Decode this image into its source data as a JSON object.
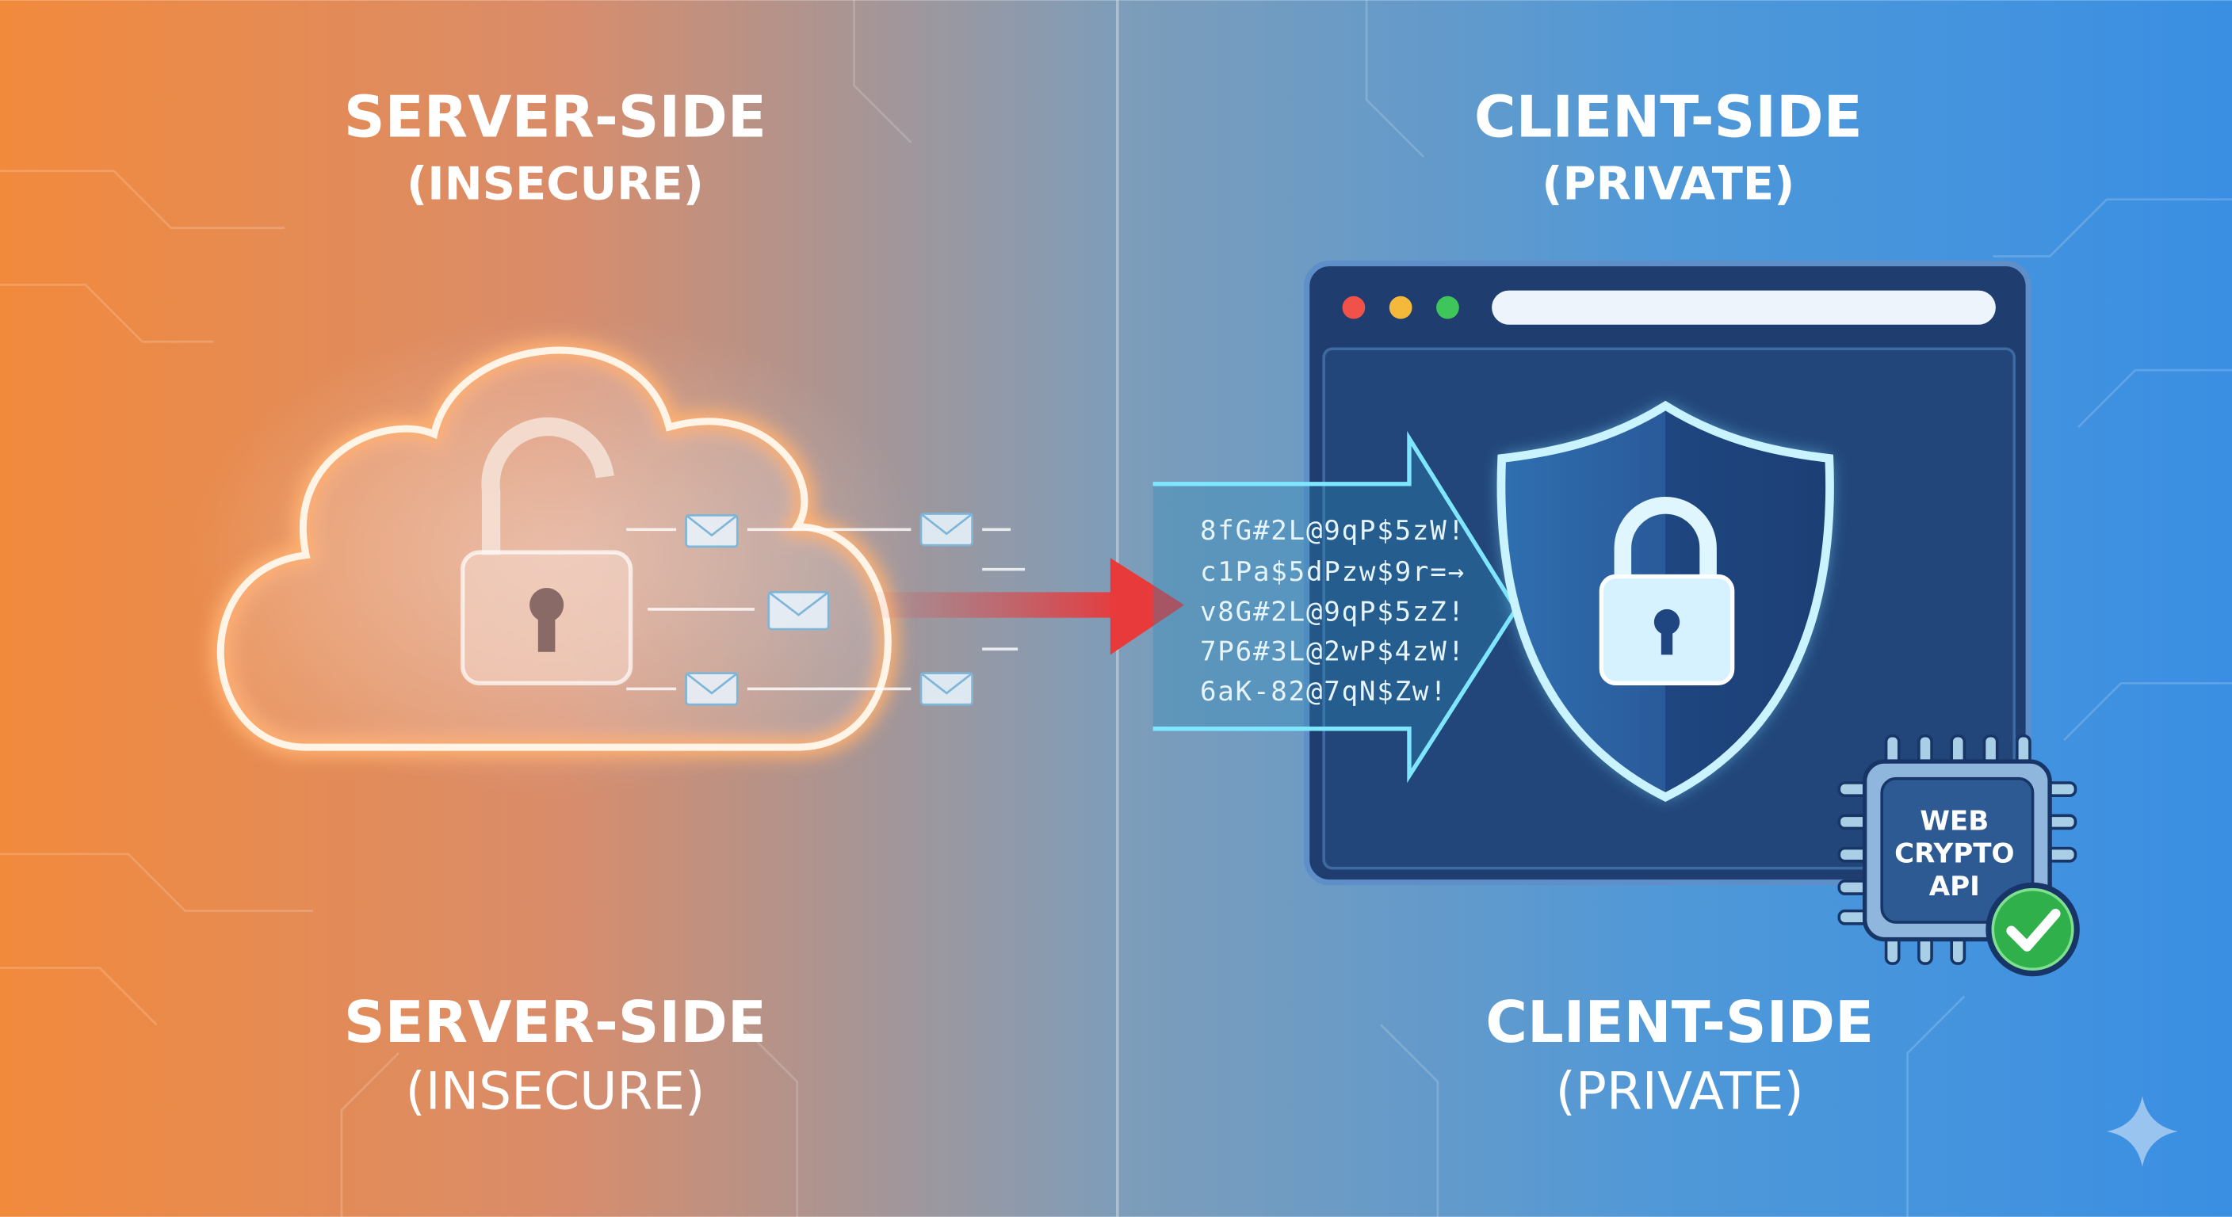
{
  "left_panel": {
    "top_title": "SERVER-SIDE",
    "top_subtitle": "(INSECURE)",
    "bottom_title": "SERVER-SIDE",
    "bottom_subtitle": "(INSECURE)"
  },
  "right_panel": {
    "top_title": "CLIENT-SIDE",
    "top_subtitle": "(PRIVATE)",
    "bottom_title": "CLIENT-SIDE",
    "bottom_subtitle": "(PRIVATE)"
  },
  "ciphertext": [
    "8fG#2L@9qP$5zW!",
    "c1Pa$5dPzw$9r=→",
    "v8G#2L@9qP$5zZ!",
    "7P6#3L@2wP$4zW!",
    "6aK-82@7qN$Zw!"
  ],
  "chip": {
    "line1": "WEB",
    "line2": "CRYPTO",
    "line3": "API"
  },
  "icons": [
    "cloud-icon",
    "open-padlock-icon",
    "envelope-icon",
    "red-arrow-icon",
    "browser-window-icon",
    "shield-lock-icon",
    "chip-icon",
    "checkmark-icon",
    "sparkle-icon"
  ],
  "colors": {
    "left_bg": "#f08a40",
    "mid_bg": "#7f9cb8",
    "right_bg": "#3a8fe0",
    "browser": "#1f3d6e",
    "danger_arrow": "#e83a3a",
    "check": "#2fb04a"
  }
}
